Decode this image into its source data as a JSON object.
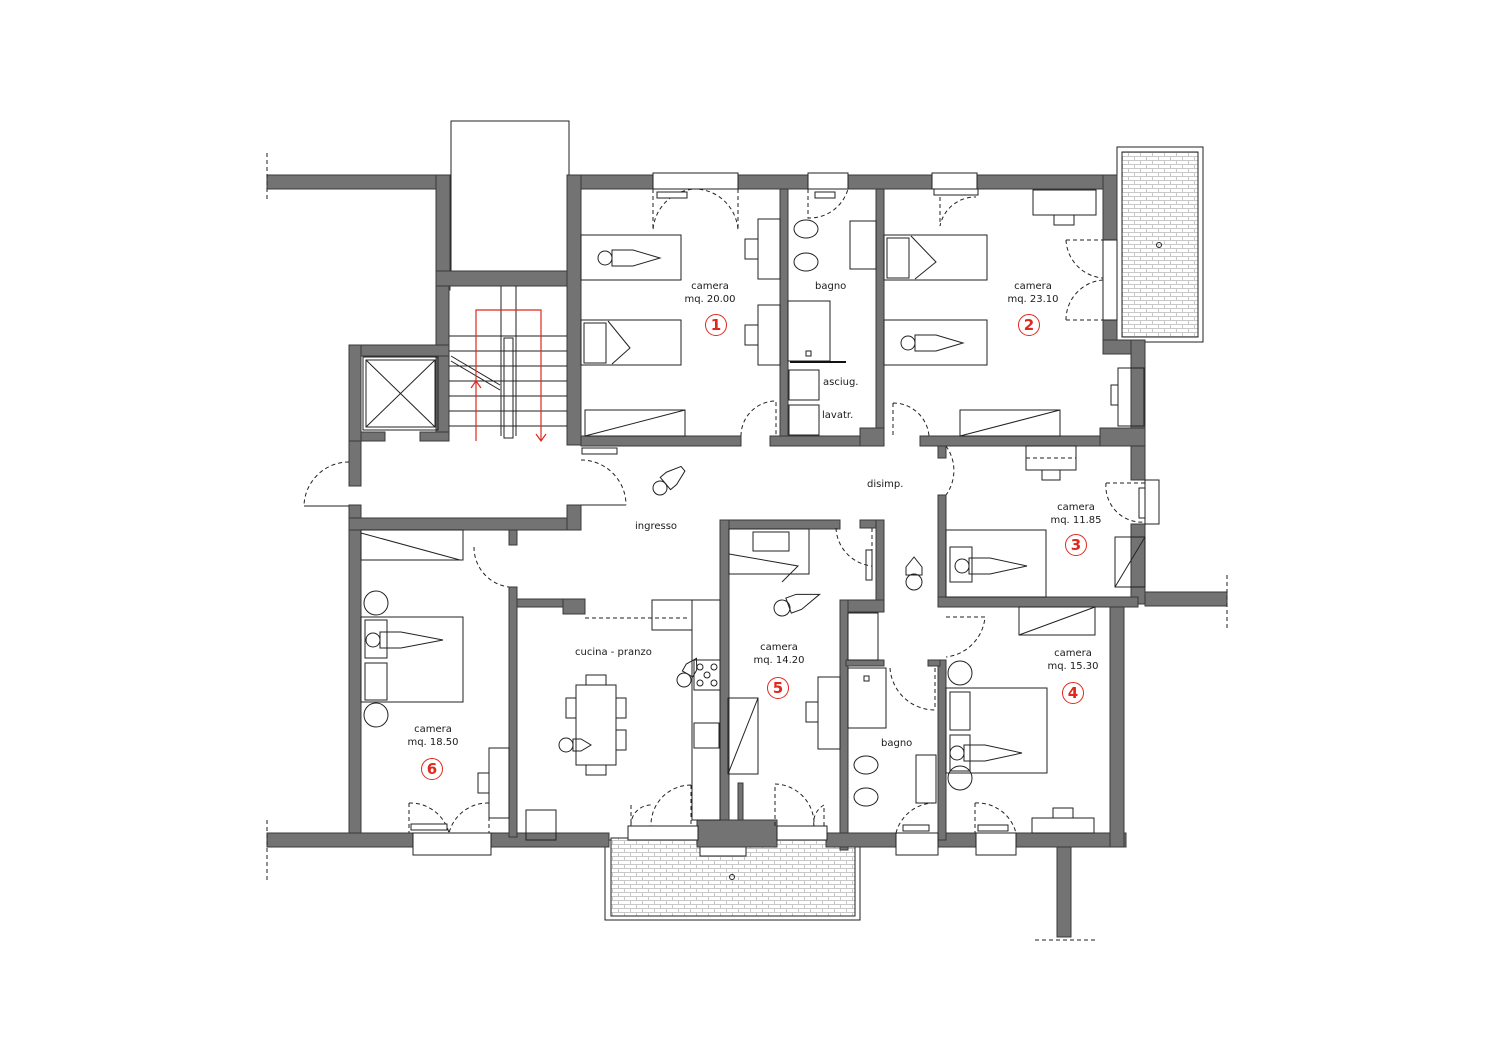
{
  "plan": {
    "wall_color": "#737373",
    "accent_color": "#e0281e",
    "rooms": [
      {
        "id": "camera-1",
        "name": "camera",
        "area": "mq. 20.00",
        "number": "1"
      },
      {
        "id": "camera-2",
        "name": "camera",
        "area": "mq. 23.10",
        "number": "2"
      },
      {
        "id": "camera-3",
        "name": "camera",
        "area": "mq. 11.85",
        "number": "3"
      },
      {
        "id": "camera-4",
        "name": "camera",
        "area": "mq. 15.30",
        "number": "4"
      },
      {
        "id": "camera-5",
        "name": "camera",
        "area": "mq. 14.20",
        "number": "5"
      },
      {
        "id": "camera-6",
        "name": "camera",
        "area": "mq. 18.50",
        "number": "6"
      }
    ],
    "spaces": {
      "bagno_top": "bagno",
      "asciug": "asciug.",
      "lavatr": "lavatr.",
      "disimp": "disimp.",
      "ingresso": "ingresso",
      "cucina": "cucina - pranzo",
      "bagno_bottom": "bagno"
    },
    "icons": [
      "elevator-icon",
      "stair-arrow-icon",
      "person-icon",
      "bed-icon",
      "door-swing-icon",
      "toilet-icon",
      "bidet-icon",
      "sink-icon",
      "stove-icon",
      "table-icon",
      "balcony-tiles-icon"
    ]
  }
}
